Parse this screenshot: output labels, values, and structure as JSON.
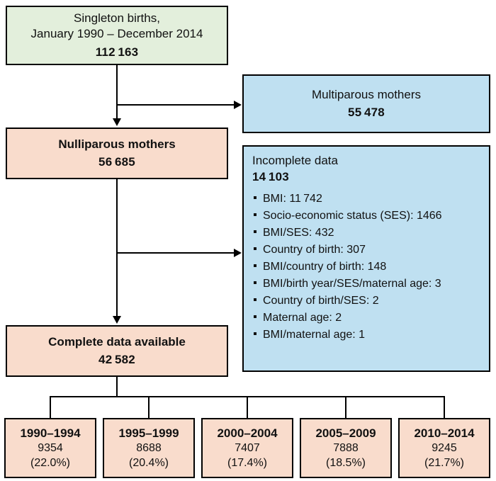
{
  "boxes": {
    "singleton": {
      "line1": "Singleton births,",
      "line2": "January 1990 – December 2014",
      "count": "112 163"
    },
    "multiparous": {
      "label": "Multiparous mothers",
      "count": "55 478"
    },
    "nulliparous": {
      "label": "Nulliparous mothers",
      "count": "56 685"
    },
    "incomplete": {
      "label": "Incomplete data",
      "count": "14 103",
      "items": [
        "BMI: 11 742",
        "Socio-economic status (SES): 1466",
        "BMI/SES: 432",
        "Country of birth: 307",
        "BMI/country of birth: 148",
        "BMI/birth year/SES/maternal age: 3",
        "Country of birth/SES: 2",
        "Maternal age: 2",
        "BMI/maternal age: 1"
      ]
    },
    "complete": {
      "label": "Complete data available",
      "count": "42 582"
    },
    "cohorts": [
      {
        "range": "1990–1994",
        "count": "9354",
        "pct": "(22.0%)"
      },
      {
        "range": "1995–1999",
        "count": "8688",
        "pct": "(20.4%)"
      },
      {
        "range": "2000–2004",
        "count": "7407",
        "pct": "(17.4%)"
      },
      {
        "range": "2005–2009",
        "count": "7888",
        "pct": "(18.5%)"
      },
      {
        "range": "2010–2014",
        "count": "9245",
        "pct": "(21.7%)"
      }
    ]
  },
  "colors": {
    "green_fill": "#e3efdc",
    "blue_fill": "#bfe0f1",
    "pink_fill": "#f9dccc",
    "border": "#000000",
    "text": "#111111"
  }
}
